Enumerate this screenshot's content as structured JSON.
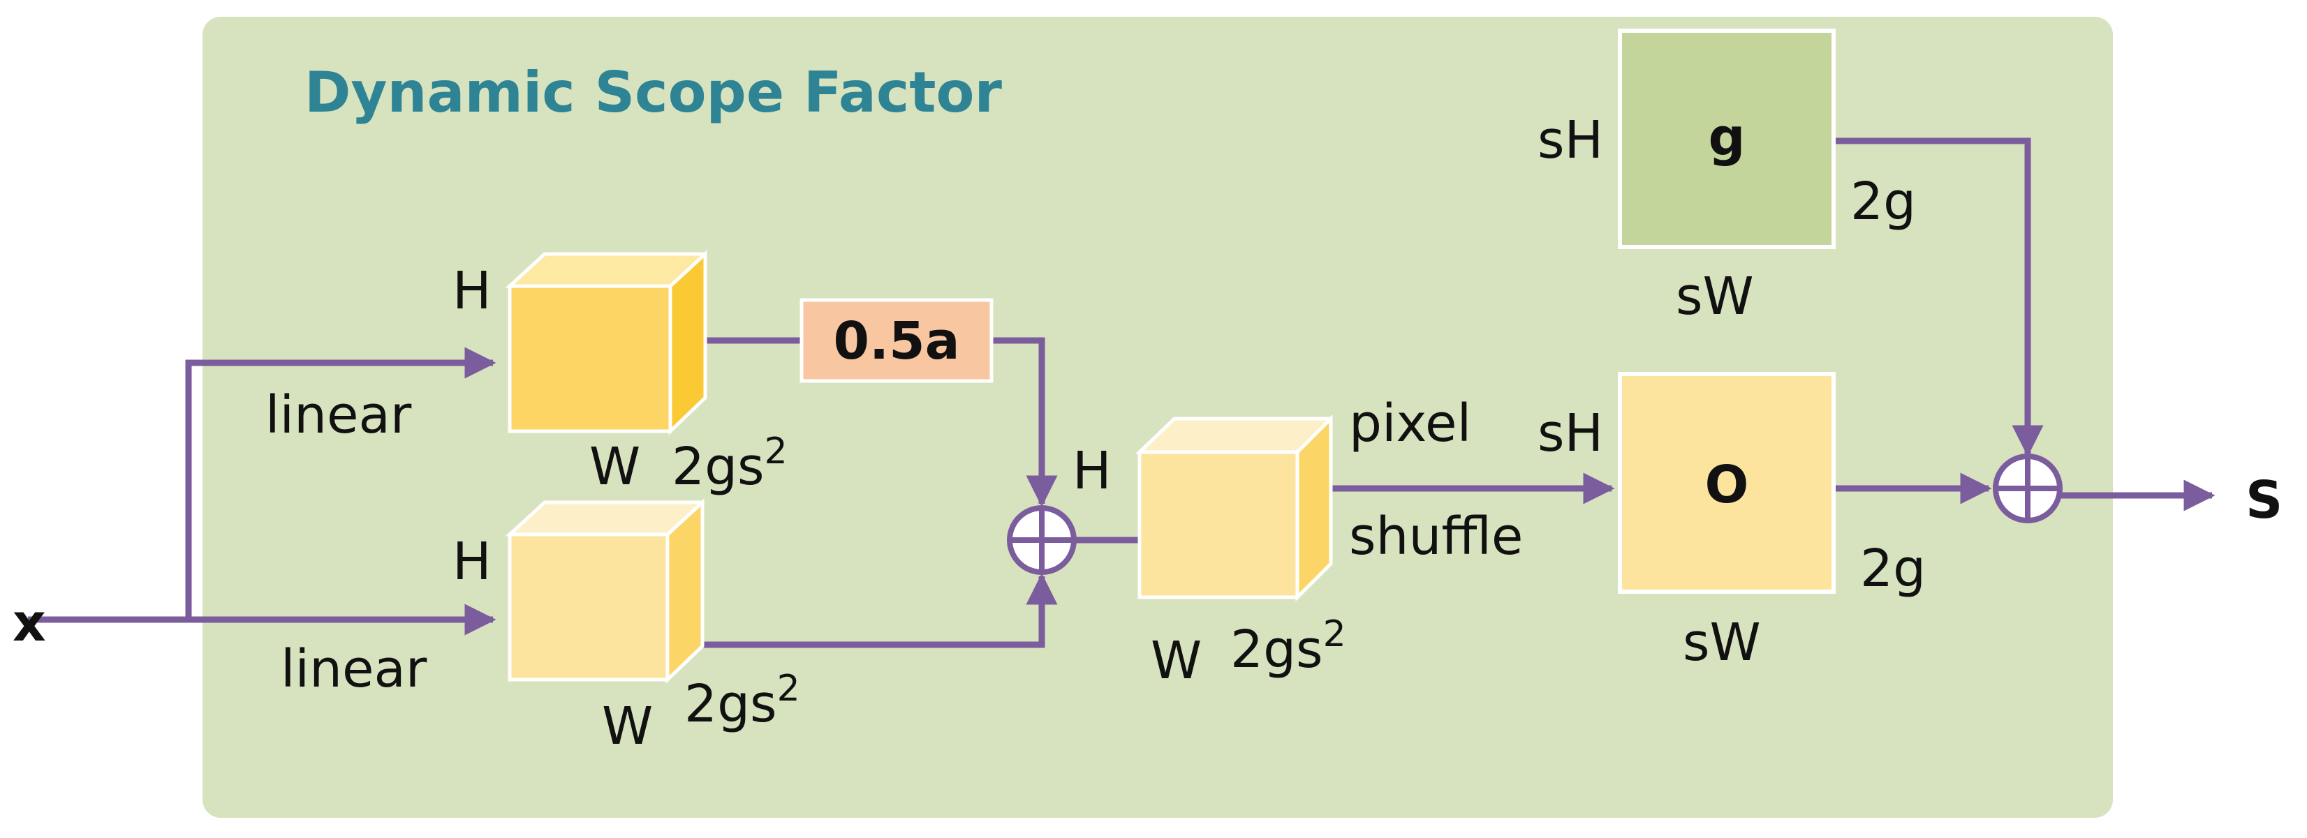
{
  "title": "Dynamic Scope Factor",
  "colors": {
    "panel": "#d7e2be",
    "arrow": "#7b5c9c",
    "title": "#2e8494",
    "cube_front_1": "#fdd565",
    "cube_side_1": "#fbc934",
    "cube_top_1": "#fde9a2",
    "cube_front_2": "#fde49e",
    "cube_side_2": "#fcd567",
    "cube_top_2": "#fdf0c8",
    "scale_box": "#f8c6a0",
    "g_box": "#c4d59c",
    "o_box": "#fde49e"
  },
  "input_label": "x",
  "output_label": "S",
  "branches": {
    "upper": {
      "op_label": "linear",
      "height_label": "H",
      "width_label": "W",
      "channel_base": "2gs",
      "channel_exp": "2"
    },
    "lower": {
      "op_label": "linear",
      "height_label": "H",
      "width_label": "W",
      "channel_base": "2gs",
      "channel_exp": "2"
    }
  },
  "scale_label": "0.5a",
  "merged": {
    "height_label": "H",
    "width_label": "W",
    "channel_base": "2gs",
    "channel_exp": "2"
  },
  "pixel_shuffle": {
    "line1": "pixel",
    "line2": "shuffle"
  },
  "g_block": {
    "label": "g",
    "height_label": "sH",
    "width_label": "sW",
    "channel_label": "2g"
  },
  "o_block": {
    "label": "O",
    "height_label": "sH",
    "width_label": "sW",
    "channel_label": "2g"
  }
}
